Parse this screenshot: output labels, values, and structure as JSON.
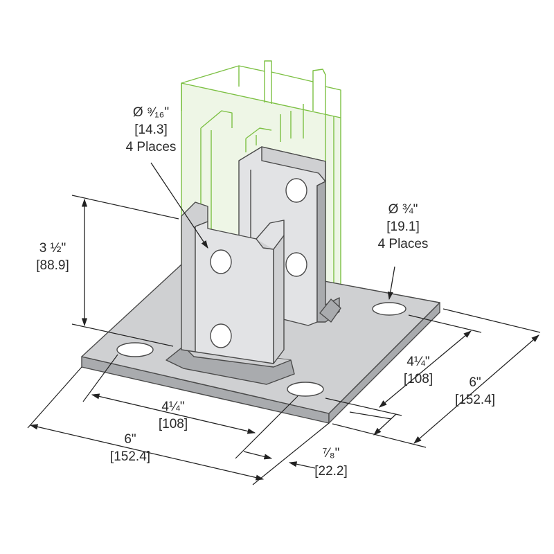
{
  "annotations": {
    "hole_small": {
      "dia": "Ø ⁹⁄₁₆\"",
      "metric": "[14.3]",
      "qty": "4 Places"
    },
    "hole_large": {
      "dia": "Ø ¾\"",
      "metric": "[19.1]",
      "qty": "4 Places"
    },
    "height": {
      "imperial": "3 ½\"",
      "metric": "[88.9]"
    },
    "hole_spacing_front": {
      "imperial": "4¼\"",
      "metric": "[108]"
    },
    "plate_width_front": {
      "imperial": "6\"",
      "metric": "[152.4]"
    },
    "hole_spacing_right": {
      "imperial": "4¼\"",
      "metric": "[108]"
    },
    "plate_width_right": {
      "imperial": "6\"",
      "metric": "[152.4]"
    },
    "edge_offset": {
      "imperial": "⁷⁄₈\"",
      "metric": "[22.2]"
    }
  },
  "colors": {
    "steel": "#cfd0d2",
    "channel_outline": "#7cc043",
    "dimension_line": "#222222"
  }
}
